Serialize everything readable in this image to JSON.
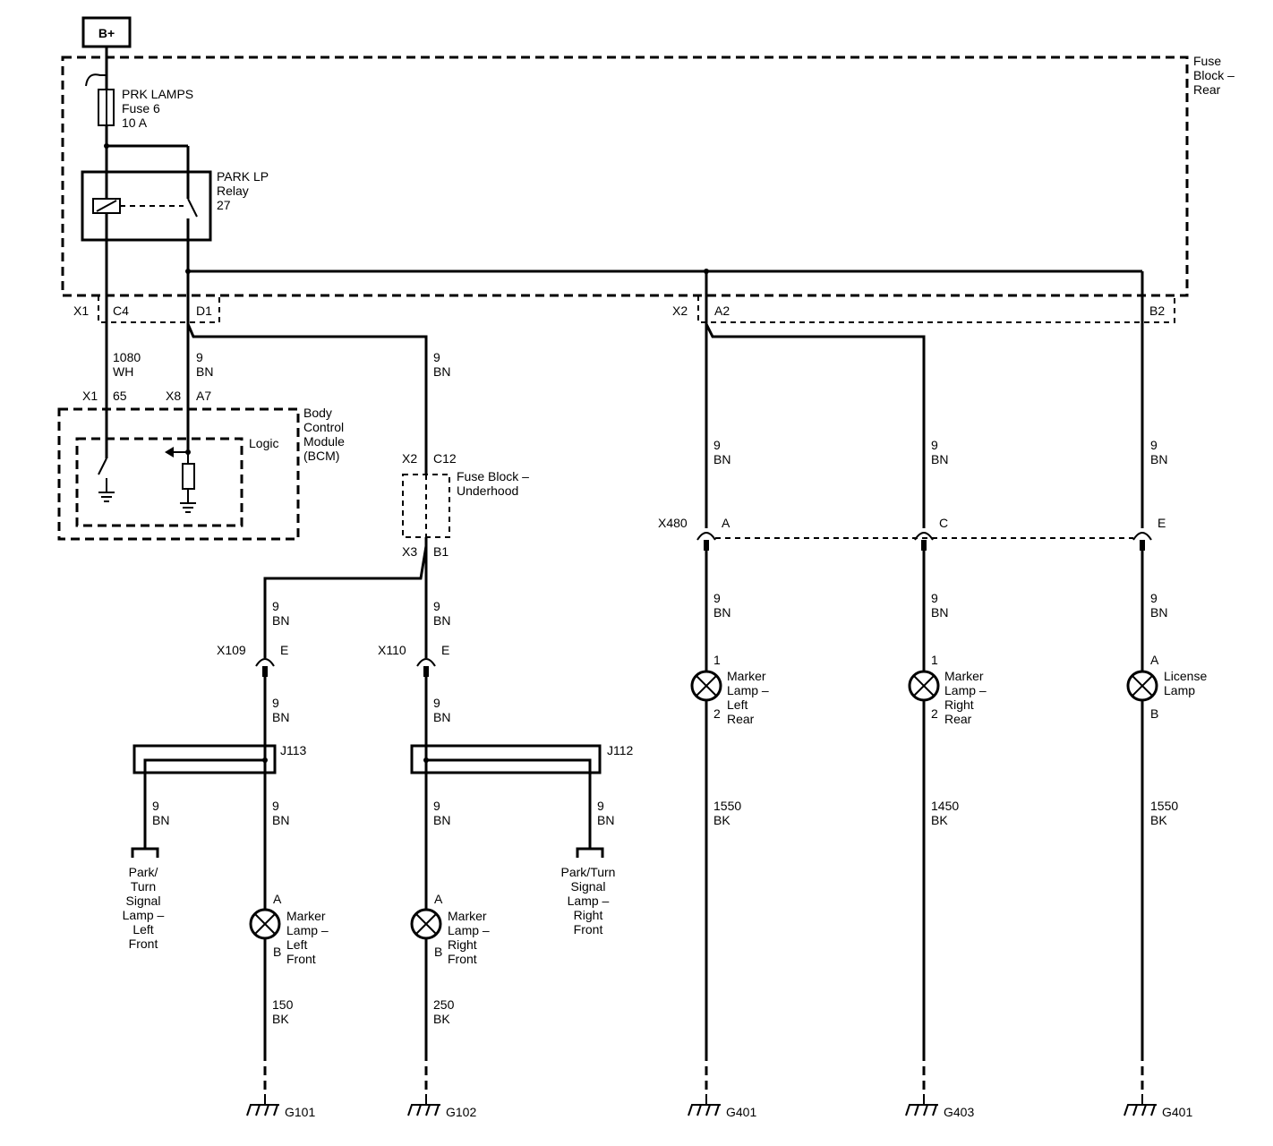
{
  "power": {
    "label": "B+"
  },
  "fuse_block_rear": {
    "title": [
      "Fuse",
      "Block –",
      "Rear"
    ]
  },
  "fuse": {
    "lines": [
      "PRK LAMPS",
      "Fuse 6",
      "10 A"
    ]
  },
  "relay": {
    "lines": [
      "PARK LP",
      "Relay",
      "27"
    ]
  },
  "connectors_top": {
    "x1": "X1",
    "c4": "C4",
    "d1": "D1",
    "x2": "X2",
    "a2": "A2",
    "b2": "B2"
  },
  "bcm": {
    "title": [
      "Body",
      "Control",
      "Module",
      "(BCM)"
    ],
    "logic": "Logic",
    "pin_x1": "X1",
    "pin_65": "65",
    "pin_x8": "X8",
    "pin_a7": "A7"
  },
  "fuse_block_underhood": {
    "title": [
      "Fuse Block –",
      "Underhood"
    ],
    "x2": "X2",
    "c12": "C12",
    "x3": "X3",
    "b1": "B1"
  },
  "x480": {
    "name": "X480",
    "pin_a": "A",
    "pin_c": "C",
    "pin_e": "E"
  },
  "wires": {
    "w1080": [
      "1080",
      "WH"
    ],
    "bn9": [
      "9",
      "BN"
    ],
    "bk150": [
      "150",
      "BK"
    ],
    "bk250": [
      "250",
      "BK"
    ],
    "bk1550": [
      "1550",
      "BK"
    ],
    "bk1450": [
      "1450",
      "BK"
    ]
  },
  "inline_connectors": {
    "x109": "X109",
    "x109_pin": "E",
    "x110": "X110",
    "x110_pin": "E"
  },
  "splices": {
    "j113": "J113",
    "j112": "J112"
  },
  "lamps": {
    "marker_left_front": [
      "Marker",
      "Lamp –",
      "Left",
      "Front"
    ],
    "marker_right_front": [
      "Marker",
      "Lamp –",
      "Right",
      "Front"
    ],
    "park_turn_left_front": [
      "Park/",
      "Turn",
      "Signal",
      "Lamp –",
      "Left",
      "Front"
    ],
    "park_turn_right_front": [
      "Park/Turn",
      "Signal",
      "Lamp –",
      "Right",
      "Front"
    ],
    "marker_left_rear": [
      "Marker",
      "Lamp –",
      "Left",
      "Rear"
    ],
    "marker_right_rear": [
      "Marker",
      "Lamp –",
      "Right",
      "Rear"
    ],
    "license": [
      "License",
      "Lamp"
    ],
    "pin_a": "A",
    "pin_b": "B",
    "pin_1": "1",
    "pin_2": "2"
  },
  "grounds": {
    "g101": "G101",
    "g102": "G102",
    "g401": "G401",
    "g403": "G403"
  }
}
